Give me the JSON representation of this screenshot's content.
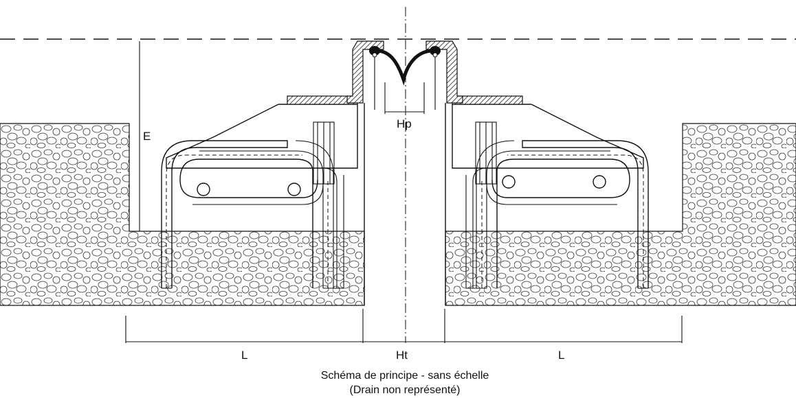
{
  "labels": {
    "E": "E",
    "Hp": "Hp",
    "Ht": "Ht",
    "L_left": "L",
    "L_right": "L"
  },
  "caption": {
    "line1": "Schéma de principe - sans échelle",
    "line2": "(Drain non représenté)"
  }
}
